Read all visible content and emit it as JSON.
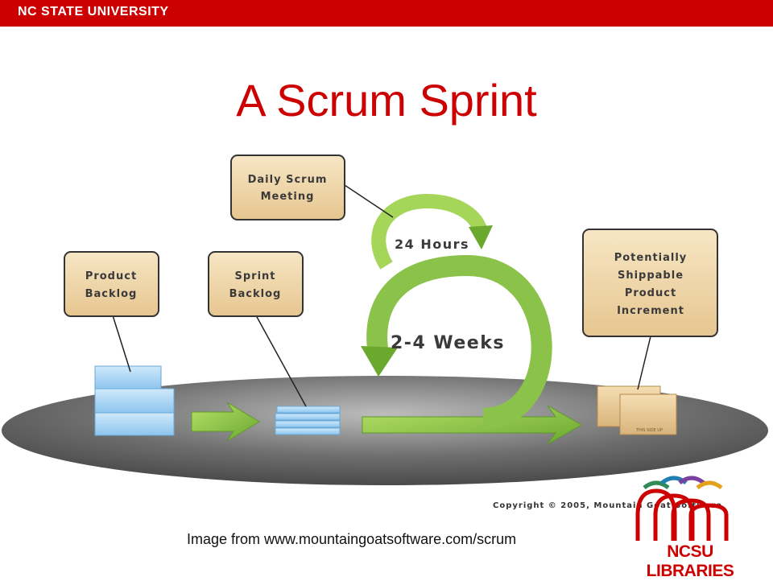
{
  "header": {
    "brand": "NC STATE UNIVERSITY"
  },
  "slide": {
    "title": "A Scrum Sprint"
  },
  "diagram": {
    "callouts": {
      "daily_scrum": [
        "Daily Scrum",
        "Meeting"
      ],
      "product_backlog": [
        "Product",
        "Backlog"
      ],
      "sprint_backlog": [
        "Sprint",
        "Backlog"
      ],
      "increment": [
        "Potentially",
        "Shippable",
        "Product",
        "Increment"
      ]
    },
    "loop_labels": {
      "inner": "24 Hours",
      "outer": "2-4 Weeks"
    },
    "box_stamp": "THIS SIDE UP",
    "copyright": "Copyright © 2005, Mountain Goat Software"
  },
  "footer": {
    "caption": "Image from www.mountaingoatsoftware.com/scrum",
    "logo_text": "NCSU LIBRARIES"
  },
  "colors": {
    "brand_red": "#cc0000",
    "arrow_green": "#8bc34a",
    "callout_fill": "#f3ddb5"
  }
}
